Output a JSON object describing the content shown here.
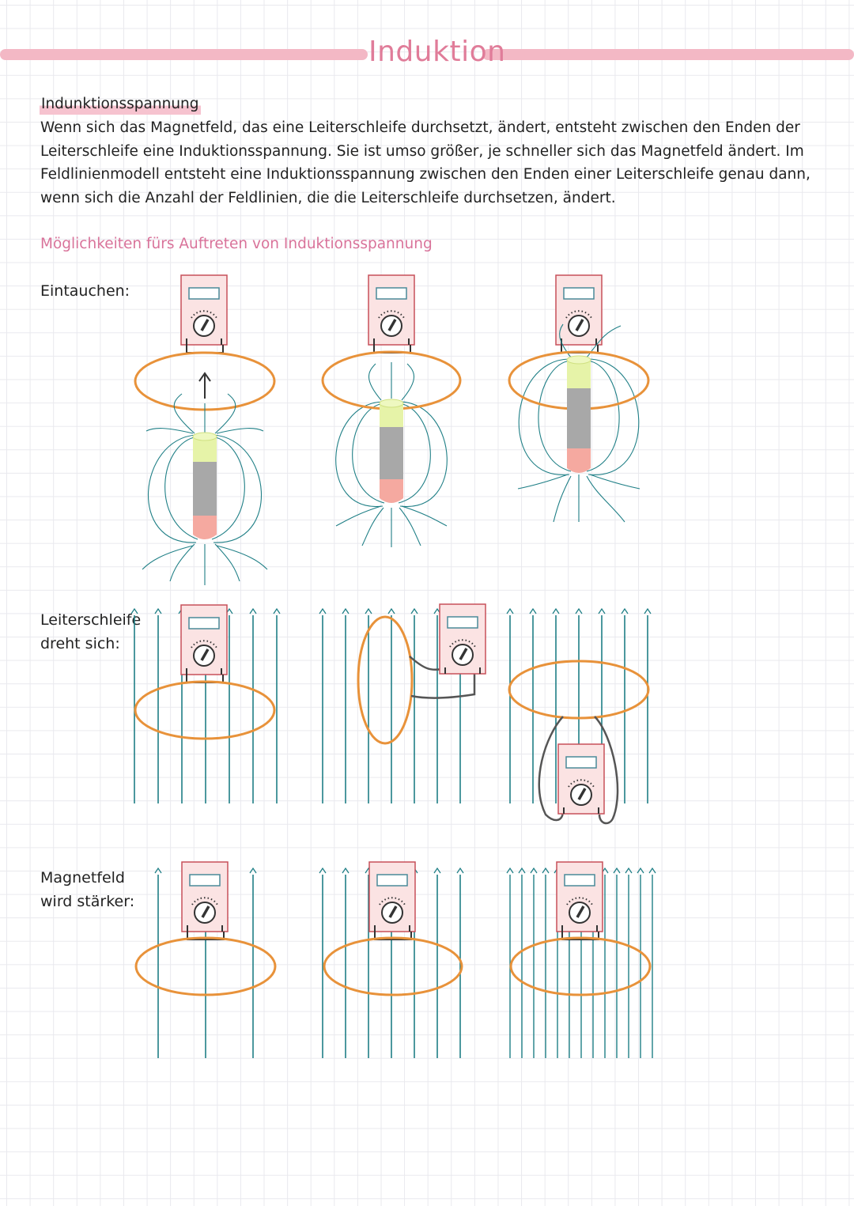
{
  "page": {
    "title": "Induktion",
    "heading": "Indunktionsspannung",
    "paragraph": "Wenn sich das Magnetfeld, das eine Leiterschleife durchsetzt, ändert, entsteht zwischen den Enden der Leiterschleife eine Induktionsspannung. Sie ist umso größer, je schneller sich das Magnetfeld ändert. Im Feldlinienmodell entsteht eine Induktionsspannung zwischen den Enden einer Leiterschleife genau dann, wenn sich die Anzahl der Feldlinien, die die Leiterschleife durchsetzen, ändert.",
    "subheading": "Möglichkeiten fürs Auftreten von Induktionsspannung"
  },
  "rows": {
    "eintauchen": "Eintauchen:",
    "dreht_line1": "Leiterschleife",
    "dreht_line2": "dreht sich:",
    "staerker_line1": "Magnetfeld",
    "staerker_line2": "wird stärker:"
  },
  "colors": {
    "accent_pink": "#e07c99",
    "title_bar": "#f3b8c5",
    "loop_orange": "#e8923a",
    "field_teal": "#1f7f86",
    "meter_fill": "#fbe3e3",
    "meter_border": "#c7505a",
    "magnet_north": "#f5a9a0",
    "magnet_middle": "#a8a8a8",
    "magnet_south": "#e6f3a8"
  }
}
